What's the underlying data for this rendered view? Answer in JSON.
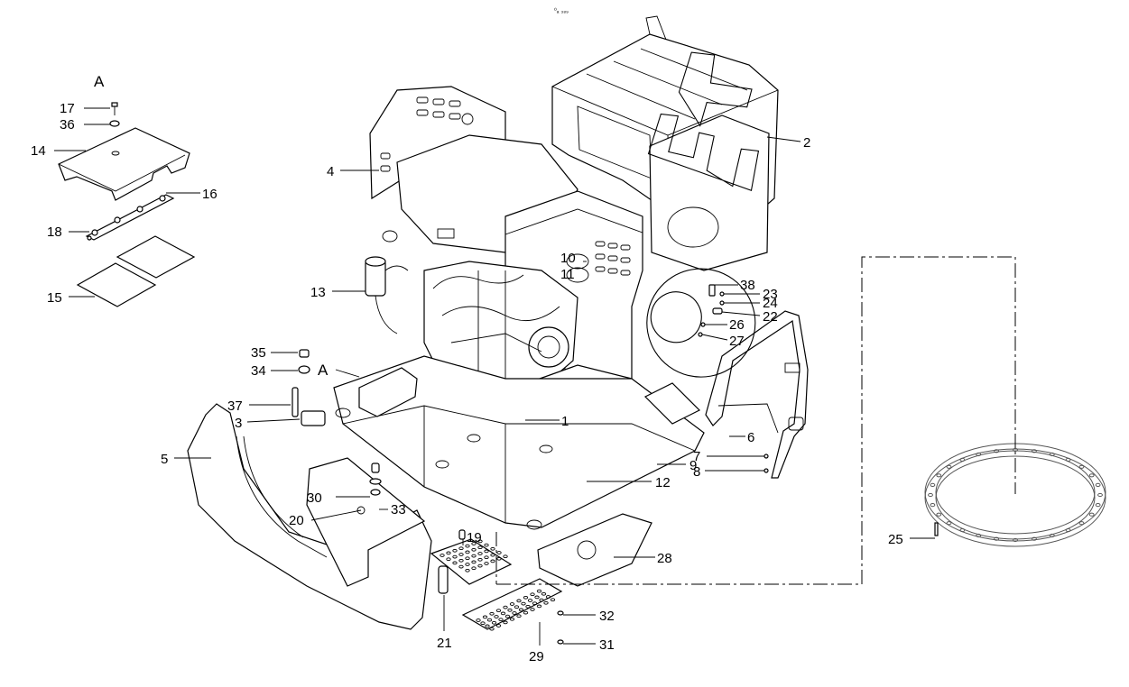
{
  "header": {
    "code": "⁰ₐ ₃₈₉"
  },
  "detail": {
    "label": "A"
  },
  "callouts": {
    "c1": "1",
    "c2": "2",
    "c3": "3",
    "c4": "4",
    "c5": "5",
    "c6": "6",
    "c7": "7",
    "c8": "8",
    "c9": "9",
    "c10": "10",
    "c11": "11",
    "c12": "12",
    "c13": "13",
    "c14": "14",
    "c15": "15",
    "c16": "16",
    "c17": "17",
    "c18": "18",
    "c19": "19",
    "c20": "20",
    "c21": "21",
    "c22": "22",
    "c23": "23",
    "c24": "24",
    "c25": "25",
    "c26": "26",
    "c27": "27",
    "c28": "28",
    "c29": "29",
    "c30": "30",
    "c31": "31",
    "c32": "32",
    "c33": "33",
    "c34": "34",
    "c35": "35",
    "c36": "36",
    "c37": "37",
    "c38": "38",
    "detail_ref": "A"
  }
}
